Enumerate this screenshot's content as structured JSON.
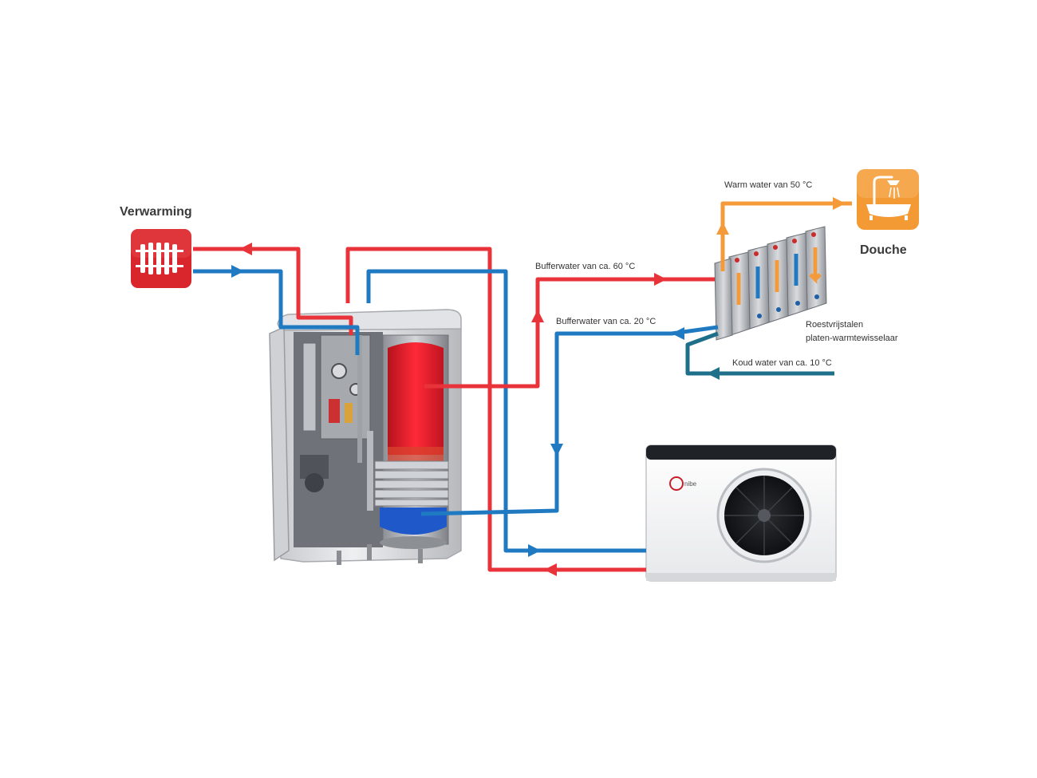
{
  "labels": {
    "heating": "Verwarming",
    "shower": "Douche",
    "warm_water": "Warm water van 50 °C",
    "buffer_hot": "Bufferwater van ca. 60 °C",
    "buffer_cold": "Bufferwater van ca. 20 °C",
    "exchanger_line1": "Roestvrijstalen",
    "exchanger_line2": "platen-warmtewisselaar",
    "cold_water": "Koud water van ca. 10 °C",
    "brand": "nibe"
  },
  "colors": {
    "hot": "#e8333b",
    "cold": "#1f7ac2",
    "cold_mains": "#1e6f8a",
    "warm": "#f59a3a",
    "shower_bg": "#f39a35",
    "heating_bg": "#d9262c"
  }
}
